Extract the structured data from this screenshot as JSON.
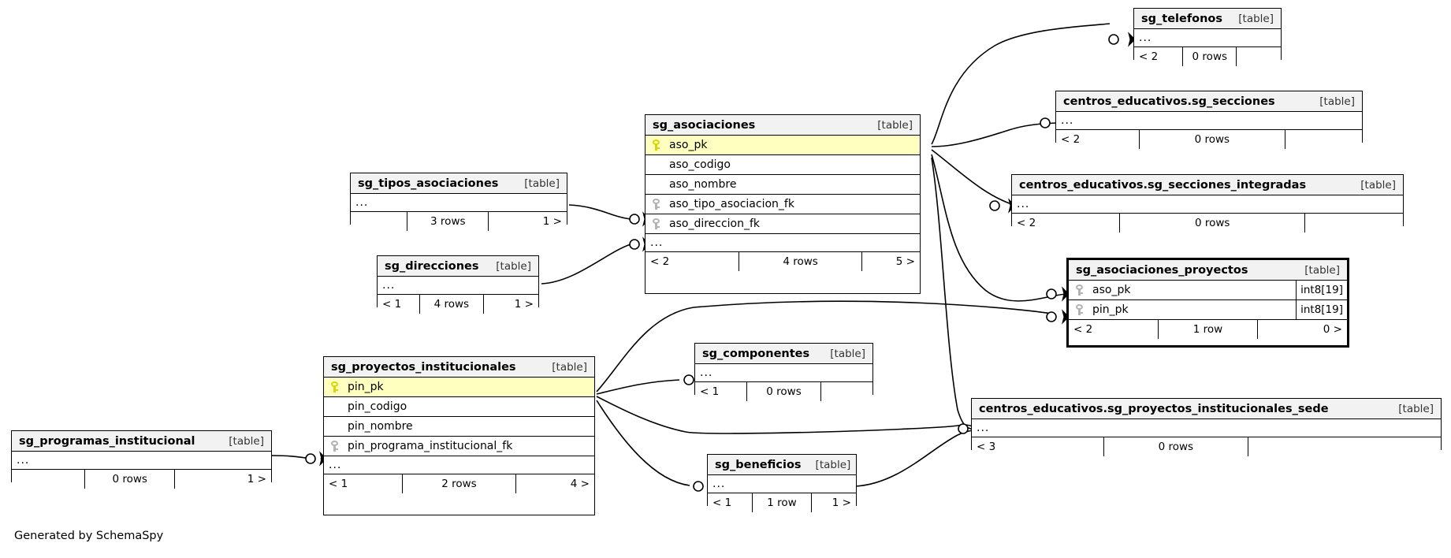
{
  "diagram": {
    "title": "SchemaSpy relationships diagram",
    "credit": "Generated by SchemaSpy",
    "kind_label": "[table]",
    "ellipsis": "...",
    "colors": {
      "header_bg": "#f2f2f2",
      "pk_key": "#d8d800",
      "fk_key": "#b3b3b3",
      "border": "#000000"
    }
  },
  "tables": [
    {
      "id": "sg_telefonos",
      "name": "sg_telefonos",
      "kind": "[table]",
      "columns": [],
      "footer": {
        "left": "< 2",
        "mid": "0 rows",
        "right": ""
      },
      "highlight": false
    },
    {
      "id": "sg_secciones",
      "name": "centros_educativos.sg_secciones",
      "kind": "[table]",
      "columns": [],
      "footer": {
        "left": "< 2",
        "mid": "0 rows",
        "right": ""
      },
      "highlight": false
    },
    {
      "id": "sg_secciones_integradas",
      "name": "centros_educativos.sg_secciones_integradas",
      "kind": "[table]",
      "columns": [],
      "footer": {
        "left": "< 2",
        "mid": "0 rows",
        "right": ""
      },
      "highlight": false
    },
    {
      "id": "sg_asociaciones_proyectos",
      "name": "sg_asociaciones_proyectos",
      "kind": "[table]",
      "columns": [
        {
          "key": "fk",
          "name": "aso_pk",
          "type": "int8[19]"
        },
        {
          "key": "fk",
          "name": "pin_pk",
          "type": "int8[19]"
        }
      ],
      "footer": {
        "left": "< 2",
        "mid": "1 row",
        "right": "0 >"
      },
      "highlight": true
    },
    {
      "id": "sg_asociaciones",
      "name": "sg_asociaciones",
      "kind": "[table]",
      "columns": [
        {
          "key": "pk",
          "name": "aso_pk",
          "type": ""
        },
        {
          "key": "none",
          "name": "aso_codigo",
          "type": ""
        },
        {
          "key": "none",
          "name": "aso_nombre",
          "type": ""
        },
        {
          "key": "fk",
          "name": "aso_tipo_asociacion_fk",
          "type": ""
        },
        {
          "key": "fk",
          "name": "aso_direccion_fk",
          "type": ""
        }
      ],
      "footer": {
        "left": "< 2",
        "mid": "4 rows",
        "right": "5 >"
      },
      "highlight": false
    },
    {
      "id": "sg_tipos_asociaciones",
      "name": "sg_tipos_asociaciones",
      "kind": "[table]",
      "columns": [],
      "footer": {
        "left": "",
        "mid": "3 rows",
        "right": "1 >"
      },
      "highlight": false
    },
    {
      "id": "sg_direcciones",
      "name": "sg_direcciones",
      "kind": "[table]",
      "columns": [],
      "footer": {
        "left": "< 1",
        "mid": "4 rows",
        "right": "1 >"
      },
      "highlight": false
    },
    {
      "id": "sg_proyectos_institucionales",
      "name": "sg_proyectos_institucionales",
      "kind": "[table]",
      "columns": [
        {
          "key": "pk",
          "name": "pin_pk",
          "type": ""
        },
        {
          "key": "none",
          "name": "pin_codigo",
          "type": ""
        },
        {
          "key": "none",
          "name": "pin_nombre",
          "type": ""
        },
        {
          "key": "fk",
          "name": "pin_programa_institucional_fk",
          "type": ""
        }
      ],
      "footer": {
        "left": "< 1",
        "mid": "2 rows",
        "right": "4 >"
      },
      "highlight": false
    },
    {
      "id": "sg_componentes",
      "name": "sg_componentes",
      "kind": "[table]",
      "columns": [],
      "footer": {
        "left": "< 1",
        "mid": "0 rows",
        "right": ""
      },
      "highlight": false
    },
    {
      "id": "sg_beneficios",
      "name": "sg_beneficios",
      "kind": "[table]",
      "columns": [],
      "footer": {
        "left": "< 1",
        "mid": "1 row",
        "right": "1 >"
      },
      "highlight": false
    },
    {
      "id": "sg_programas_institucional",
      "name": "sg_programas_institucional",
      "kind": "[table]",
      "columns": [],
      "footer": {
        "left": "",
        "mid": "0 rows",
        "right": "1 >"
      },
      "highlight": false
    },
    {
      "id": "sg_proyectos_institucionales_sede",
      "name": "centros_educativos.sg_proyectos_institucionales_sede",
      "kind": "[table]",
      "columns": [],
      "footer": {
        "left": "< 3",
        "mid": "0 rows",
        "right": ""
      },
      "highlight": false
    }
  ]
}
